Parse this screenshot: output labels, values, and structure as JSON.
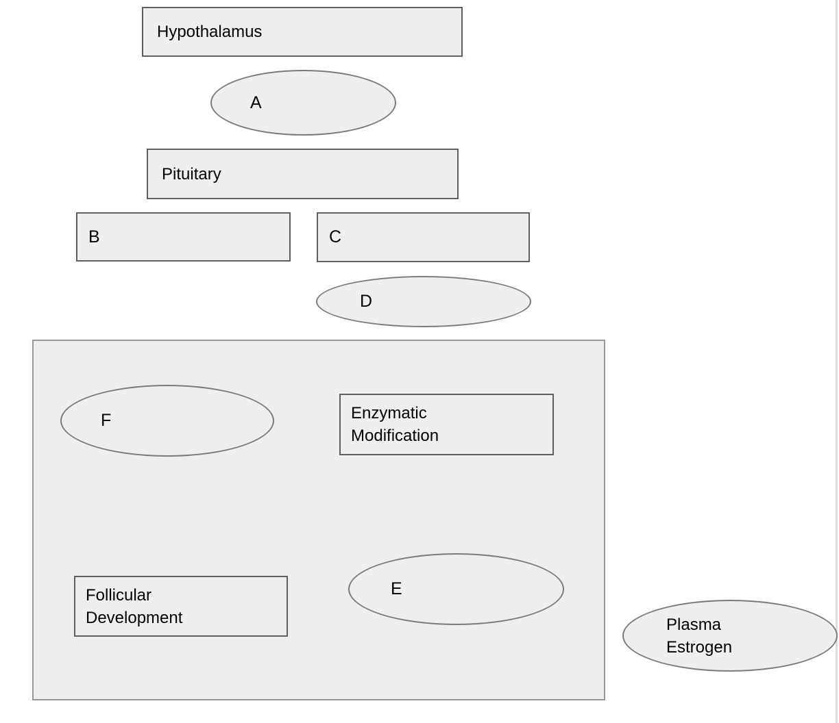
{
  "page": {
    "background": "#ffffff",
    "edge_line_color": "#dcdcdc"
  },
  "diagram": {
    "shapes": {
      "hypothalamus": {
        "label": "Hypothalamus",
        "type": "rect"
      },
      "a": {
        "label": "A",
        "type": "ellipse"
      },
      "pituitary": {
        "label": "Pituitary",
        "type": "rect"
      },
      "b": {
        "label": "B",
        "type": "rect"
      },
      "c": {
        "label": "C",
        "type": "rect"
      },
      "d": {
        "label": "D",
        "type": "ellipse"
      },
      "f": {
        "label": "F",
        "type": "ellipse"
      },
      "enzymatic": {
        "label": "Enzymatic Modification",
        "type": "rect"
      },
      "follicular": {
        "label": "Follicular Development",
        "type": "rect"
      },
      "e": {
        "label": "E",
        "type": "ellipse"
      },
      "plasma": {
        "label": "Plasma Estrogen",
        "type": "ellipse"
      }
    },
    "colors": {
      "shape_fill": "#eeeeee",
      "rect_border": "#5f5f5f",
      "ellipse_border": "#7a7a7a",
      "container_border": "#979797",
      "text": "#000000"
    }
  }
}
